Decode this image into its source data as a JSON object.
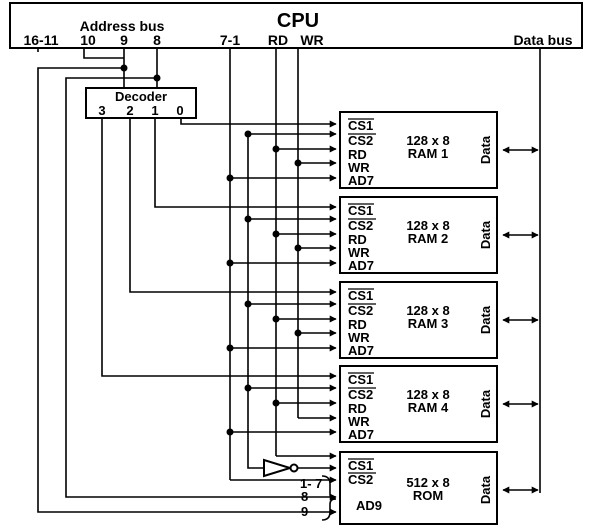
{
  "cpu": {
    "title": "CPU",
    "address_bus_label": "Address bus",
    "data_bus_label": "Data bus",
    "pins": {
      "addr_16_11": "16-11",
      "addr_10": "10",
      "addr_9": "9",
      "addr_8": "8",
      "addr_7_1": "7-1",
      "rd": "RD",
      "wr": "WR"
    }
  },
  "decoder": {
    "title": "Decoder",
    "outputs": [
      "3",
      "2",
      "1",
      "0"
    ]
  },
  "ram_chips": [
    {
      "cs1": "CS1",
      "cs2": "CS2",
      "rd": "RD",
      "wr": "WR",
      "ad": "AD7",
      "size": "128 x 8",
      "name": "RAM  1",
      "data": "Data"
    },
    {
      "cs1": "CS1",
      "cs2": "CS2",
      "rd": "RD",
      "wr": "WR",
      "ad": "AD7",
      "size": "128 x 8",
      "name": "RAM  2",
      "data": "Data"
    },
    {
      "cs1": "CS1",
      "cs2": "CS2",
      "rd": "RD",
      "wr": "WR",
      "ad": "AD7",
      "size": "128 x 8",
      "name": "RAM  3",
      "data": "Data"
    },
    {
      "cs1": "CS1",
      "cs2": "CS2",
      "rd": "RD",
      "wr": "WR",
      "ad": "AD7",
      "size": "128 x 8",
      "name": "RAM  4",
      "data": "Data"
    }
  ],
  "rom_chip": {
    "cs1": "CS1",
    "cs2": "CS2",
    "size": "512 x 8",
    "name": "ROM",
    "data": "Data",
    "ad": "AD9",
    "in_7_1": "1- 7",
    "in_8": "8",
    "in_9": "9"
  }
}
